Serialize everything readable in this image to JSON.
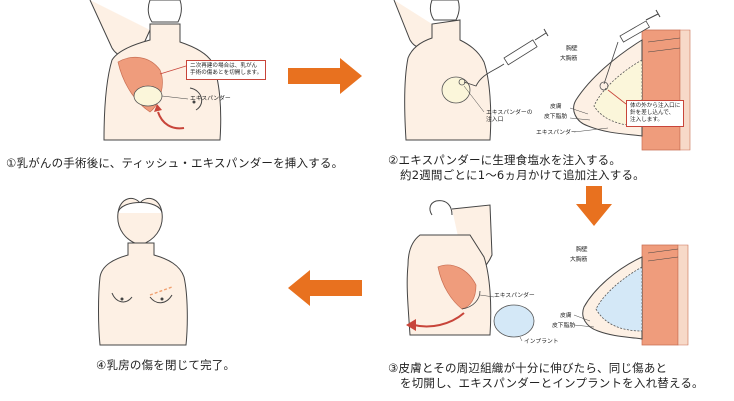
{
  "steps": [
    {
      "caption_line1": "①乳がんの手術後に、ティッシュ・エキスパンダーを挿入する。",
      "caption_line2": "",
      "note_line1": "二次再建の場合は、乳がん",
      "note_line2": "手術の傷あとを切開します。",
      "label_expander": "エキスパンダー"
    },
    {
      "caption_line1": "②エキスパンダーに生理食塩水を注入する。",
      "caption_line2": "約2週間ごとに1～6ヵ月かけて追加注入する。",
      "label_port_line1": "エキスパンダーの",
      "label_port_line2": "注入口",
      "label_chest_wall": "胸壁",
      "label_pectoralis": "大胸筋",
      "label_skin": "皮膚",
      "label_subcutaneous": "皮下脂肪",
      "label_expander": "エキスパンダー",
      "note_line1": "体の外から注入口に",
      "note_line2": "針を差し込んで、",
      "note_line3": "注入します。"
    },
    {
      "caption_line1": "③皮膚とその周辺組織が十分に伸びたら、同じ傷あと",
      "caption_line2": "を切開し、エキスパンダーとインプラントを入れ替える。",
      "label_expander": "エキスパンダー",
      "label_implant": "インプラント",
      "label_chest_wall": "胸壁",
      "label_pectoralis": "大胸筋",
      "label_skin": "皮膚",
      "label_subcutaneous": "皮下脂肪"
    },
    {
      "caption_line1": "④乳房の傷を閉じて完了。",
      "caption_line2": ""
    }
  ],
  "colors": {
    "arrow": "#e8711f",
    "skin": "#fdf0e4",
    "muscle": "#ef9c7c",
    "expander": "#fbf6da",
    "implant": "#d4e8f7",
    "callout": "#c8453a"
  }
}
